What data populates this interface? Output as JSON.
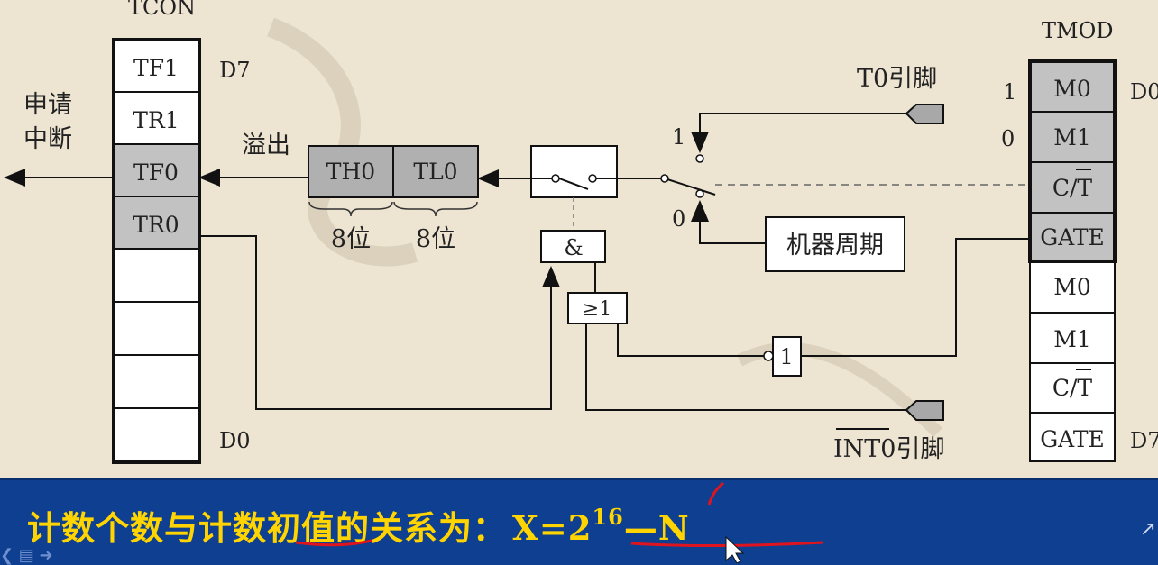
{
  "tcon": {
    "title": "TCON",
    "cells": [
      "TF1",
      "TR1",
      "TF0",
      "TR0",
      "",
      "",
      "",
      ""
    ],
    "label_top": "D7",
    "label_bottom": "D0"
  },
  "tmod": {
    "title": "TMOD",
    "cells": [
      "M0",
      "M1",
      "C/T",
      "GATE",
      "M0",
      "M1",
      "C/T",
      "GATE"
    ],
    "label_top": "D0",
    "label_bottom": "D7",
    "m0_value": "1",
    "m1_value": "0"
  },
  "interrupt_request": [
    "申请",
    "中断"
  ],
  "overflow_label": "溢出",
  "th0": {
    "label": "TH0",
    "bits": "8位"
  },
  "tl0": {
    "label": "TL0",
    "bits": "8位"
  },
  "t0_pin": "T0引脚",
  "int0_pin": {
    "overbar": "INT0",
    "suffix": "引脚"
  },
  "machine_cycle": "机器周期",
  "switch_1": "1",
  "switch_0": "0",
  "and_gate": "&",
  "or_gate": "≥1",
  "not_gate": "1",
  "formula": {
    "text": "计数个数与计数初值的关系为：",
    "x": "X=2",
    "exp": "16",
    "rest": "—N"
  },
  "colors": {
    "background": "#ede4d2",
    "gray_cell": "#c2c2c2",
    "bar": "#0e3f90",
    "formula_text": "#ffd400",
    "underline": "#e0141e"
  }
}
